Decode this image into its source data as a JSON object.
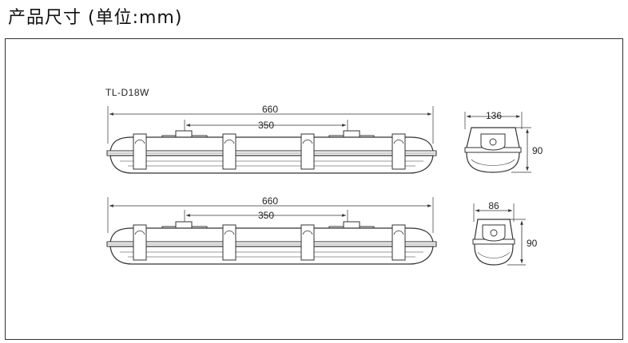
{
  "page": {
    "title": "产品尺寸 (单位:mm)"
  },
  "drawing": {
    "model": "TL-D18W",
    "top_view": {
      "overall_length": "660",
      "mount_spacing": "350",
      "end_width": "136",
      "end_height": "90"
    },
    "bottom_view": {
      "overall_length": "660",
      "mount_spacing": "350",
      "end_width": "86",
      "end_height": "90"
    }
  }
}
